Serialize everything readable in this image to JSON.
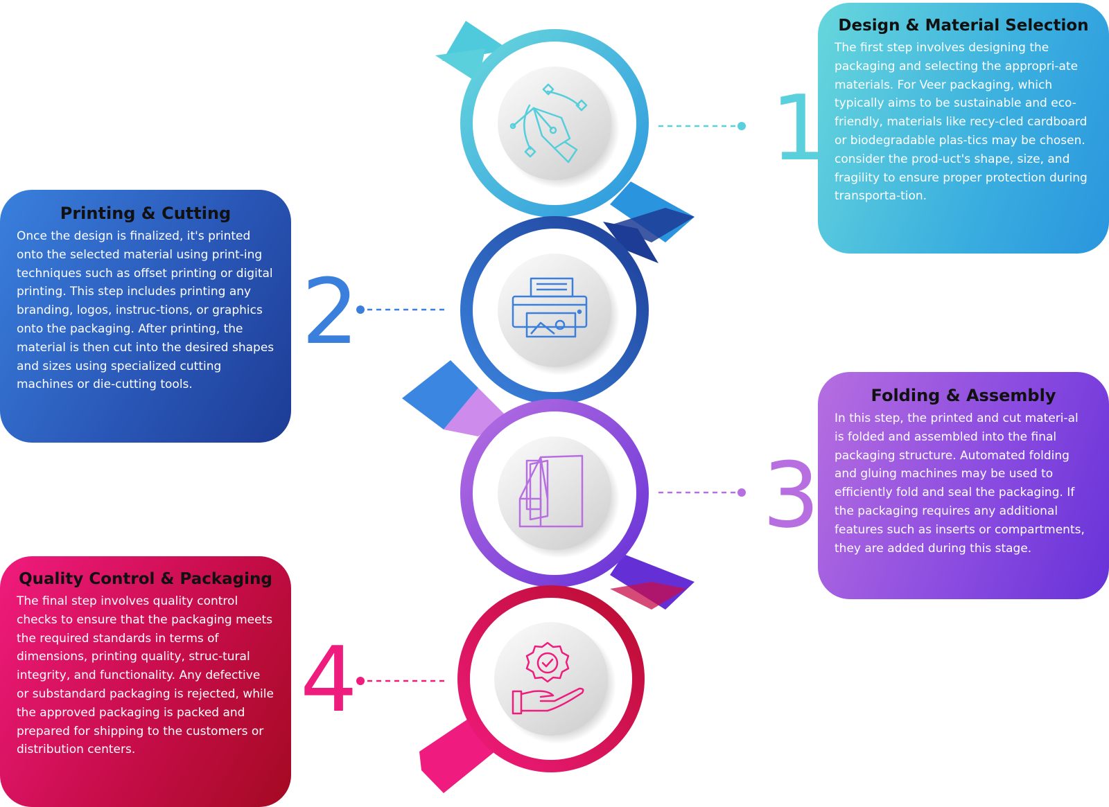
{
  "steps": [
    {
      "number": "1",
      "title": "Design & Material Selection",
      "text": "The first step involves designing the packaging and selecting the appropri-ate materials. For Veer packaging, which typically aims to be sustainable and eco-friendly, materials like recy-cled cardboard or biodegradable plas-tics may be chosen. consider the prod-uct's shape, size, and fragility to ensure proper protection during transporta-tion.",
      "icon": "pen-tool-icon",
      "color": "#4fc9dc"
    },
    {
      "number": "2",
      "title": "Printing & Cutting",
      "text": "Once the design is finalized, it's printed onto the selected material using print-ing techniques such as offset printing or digital printing. This step includes printing any branding, logos, instruc-tions, or graphics onto the packaging. After printing, the material is then cut into the desired shapes and sizes using specialized cutting machines or die-cutting tools.",
      "icon": "printer-icon",
      "color": "#3a7fdc"
    },
    {
      "number": "3",
      "title": "Folding & Assembly",
      "text": "In this step, the printed and cut materi-al is folded and assembled into the final packaging structure. Automated folding and gluing machines may be used to efficiently fold and seal the packaging. If the packaging requires any additional features such as inserts or compartments, they are added during this stage.",
      "icon": "folded-sheets-icon",
      "color": "#b66ee0"
    },
    {
      "number": "4",
      "title": "Quality Control & Packaging",
      "text": "The final step involves quality control checks to ensure that the packaging meets the required standards in terms of dimensions, printing quality, struc-tural integrity, and functionality. Any defective or substandard packaging is rejected, while the approved packaging is packed and prepared for shipping to the customers or distribution centers.",
      "icon": "quality-badge-hand-icon",
      "color": "#ee1c7d"
    }
  ]
}
